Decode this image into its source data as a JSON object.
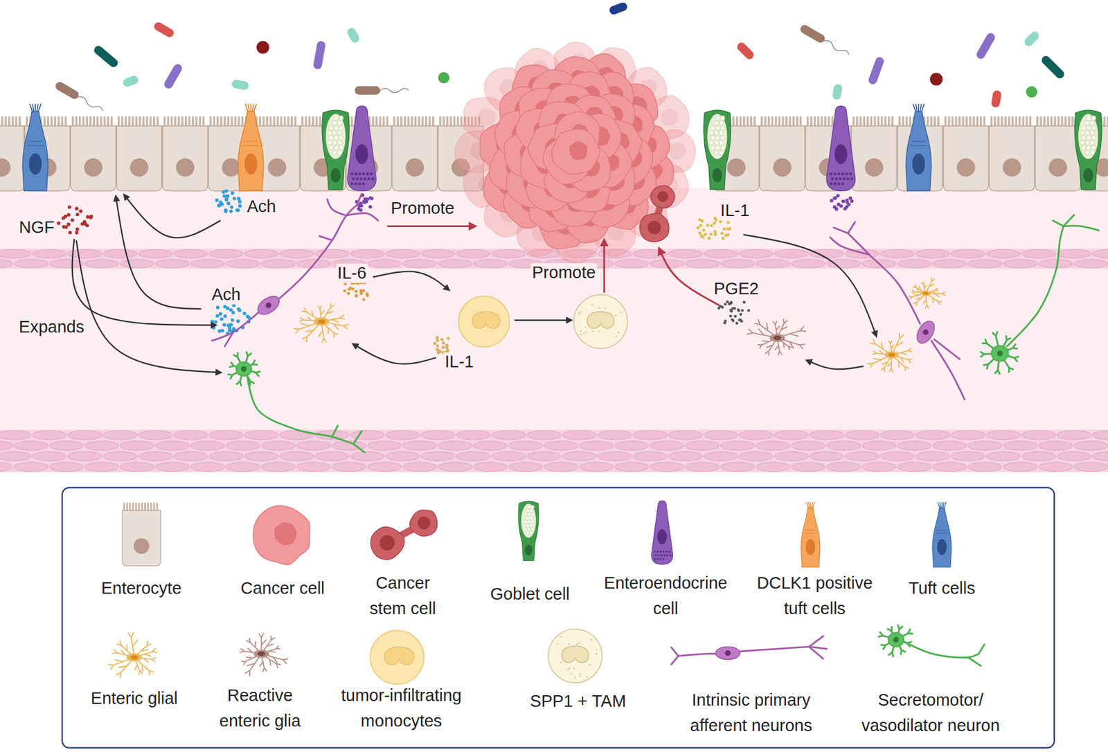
{
  "diagram": {
    "labels": [
      "NGF",
      "Ach",
      "Promote",
      "IL-1",
      "IL-6",
      "Ach",
      "Promote",
      "PGE2",
      "Expands",
      "IL-1"
    ],
    "legend": [
      {
        "text": "Enterocyte"
      },
      {
        "text": "Cancer cell"
      },
      {
        "text": "Cancer stem cell"
      },
      {
        "text": "Goblet cell"
      },
      {
        "text": "Enteroendocrine cell"
      },
      {
        "text": "DCLK1 positive tuft cells"
      },
      {
        "text": "Tuft cells"
      },
      {
        "text": "Enteric glial"
      },
      {
        "text": "Reactive enteric glia"
      },
      {
        "text": "tumor-infiltrating monocytes"
      },
      {
        "text": "SPP1 + TAM"
      },
      {
        "text": "Intrinsic primary afferent neurons"
      },
      {
        "text": "Secretomotor/ vasodilator neuron"
      }
    ]
  }
}
